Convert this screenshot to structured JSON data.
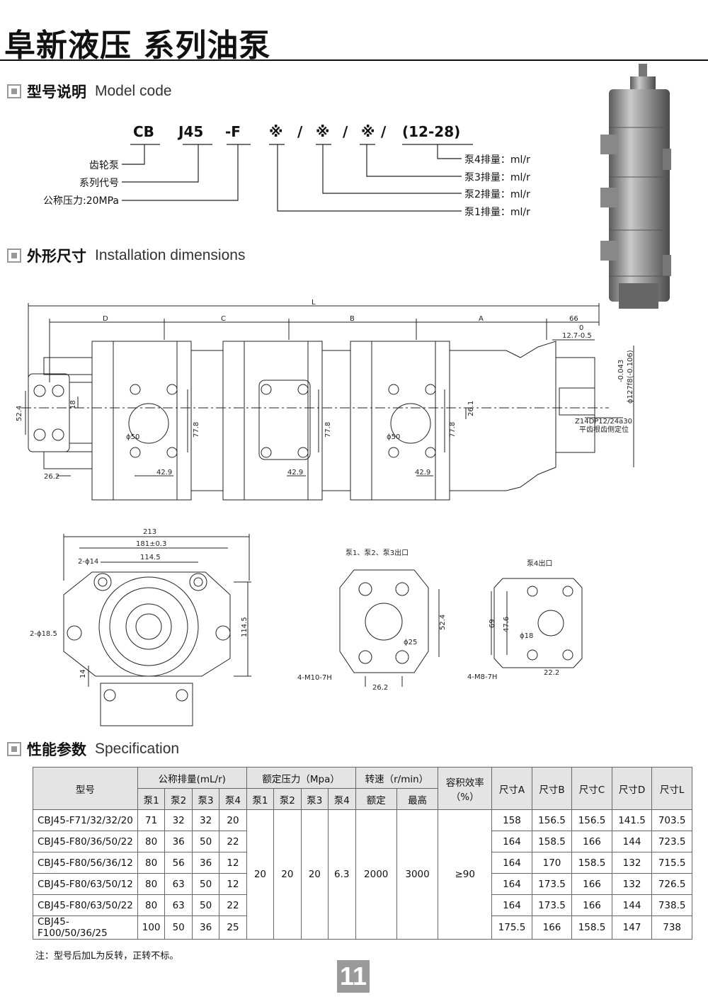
{
  "header": {
    "title": "阜新液压  系列油泵"
  },
  "sections": {
    "model": {
      "cn": "型号说明",
      "en": "Model code"
    },
    "install": {
      "cn": "外形尺寸",
      "en": "Installation dimensions"
    },
    "spec": {
      "cn": "性能参数",
      "en": "Specification"
    }
  },
  "model_code": {
    "parts": [
      "CB",
      "J45",
      "-F",
      "※",
      "/",
      "※",
      "/",
      "※",
      "/",
      "(12-28)"
    ],
    "labels_left": [
      "齿轮泵",
      "系列代号",
      "公称压力:20MPa"
    ],
    "labels_right": [
      "泵4排量：ml/r",
      "泵3排量：ml/r",
      "泵2排量：ml/r",
      "泵1排量：ml/r"
    ]
  },
  "drawing": {
    "L": "L",
    "D": "D",
    "C": "C",
    "B": "B",
    "A": "A",
    "d66": "66",
    "tol0": "0",
    "tol1": "12.7-0.5",
    "tol2": "-0.043",
    "tol3": "ϕ127f8(-0.106)",
    "d52_4": "52.4",
    "d18": "18",
    "d26_2": "26.2",
    "d50": "ϕ50",
    "d77_8": "77.8",
    "d42_9": "42.9",
    "d26_1": "26.1",
    "spline1": "Z14DP12/24a30",
    "spline2": "平齿根齿侧定位",
    "d213": "213",
    "d181": "181±0.3",
    "d114_5a": "114.5",
    "d2phi14": "2-ϕ14",
    "d2phi18": "2-ϕ18.5",
    "d114_5b": "114.5",
    "d14": "14",
    "out123": "泵1、泵2、泵3出口",
    "d52_4b": "52.4",
    "d25": "ϕ25",
    "m10": "4-M10-7H",
    "d26_2b": "26.2",
    "out4": "泵4出口",
    "d69": "69",
    "d47_6": "47.6",
    "d18b": "ϕ18",
    "m8": "4-M8-7H",
    "d22_2": "22.2"
  },
  "spec_table": {
    "h_model": "型号",
    "h_disp": "公称排量(mL/r)",
    "h_press": "额定压力（Mpa）",
    "h_speed": "转速（r/min）",
    "h_eff": "容积效率",
    "h_eff2": "（%）",
    "h_A": "尺寸A",
    "h_B": "尺寸B",
    "h_C": "尺寸C",
    "h_D": "尺寸D",
    "h_L": "尺寸L",
    "p1": "泵1",
    "p2": "泵2",
    "p3": "泵3",
    "p4": "泵4",
    "rated": "额定",
    "max": "最高",
    "press_vals": [
      "20",
      "20",
      "20",
      "6.3"
    ],
    "speed_rated": "2000",
    "speed_max": "3000",
    "eff_val": "≥90",
    "rows": [
      {
        "model": "CBJ45-F71/32/32/20",
        "d": [
          "71",
          "32",
          "32",
          "20"
        ],
        "A": "158",
        "B": "156.5",
        "C": "156.5",
        "D": "141.5",
        "L": "703.5"
      },
      {
        "model": "CBJ45-F80/36/50/22",
        "d": [
          "80",
          "36",
          "50",
          "22"
        ],
        "A": "164",
        "B": "158.5",
        "C": "166",
        "D": "144",
        "L": "723.5"
      },
      {
        "model": "CBJ45-F80/56/36/12",
        "d": [
          "80",
          "56",
          "36",
          "12"
        ],
        "A": "164",
        "B": "170",
        "C": "158.5",
        "D": "132",
        "L": "715.5"
      },
      {
        "model": "CBJ45-F80/63/50/12",
        "d": [
          "80",
          "63",
          "50",
          "12"
        ],
        "A": "164",
        "B": "173.5",
        "C": "166",
        "D": "132",
        "L": "726.5"
      },
      {
        "model": "CBJ45-F80/63/50/22",
        "d": [
          "80",
          "63",
          "50",
          "22"
        ],
        "A": "164",
        "B": "173.5",
        "C": "166",
        "D": "144",
        "L": "738.5"
      },
      {
        "model": "CBJ45-F100/50/36/25",
        "d": [
          "100",
          "50",
          "36",
          "25"
        ],
        "A": "175.5",
        "B": "166",
        "C": "158.5",
        "D": "147",
        "L": "738"
      }
    ]
  },
  "note": "注：型号后加L为反转，正转不标。",
  "page_number": "11"
}
